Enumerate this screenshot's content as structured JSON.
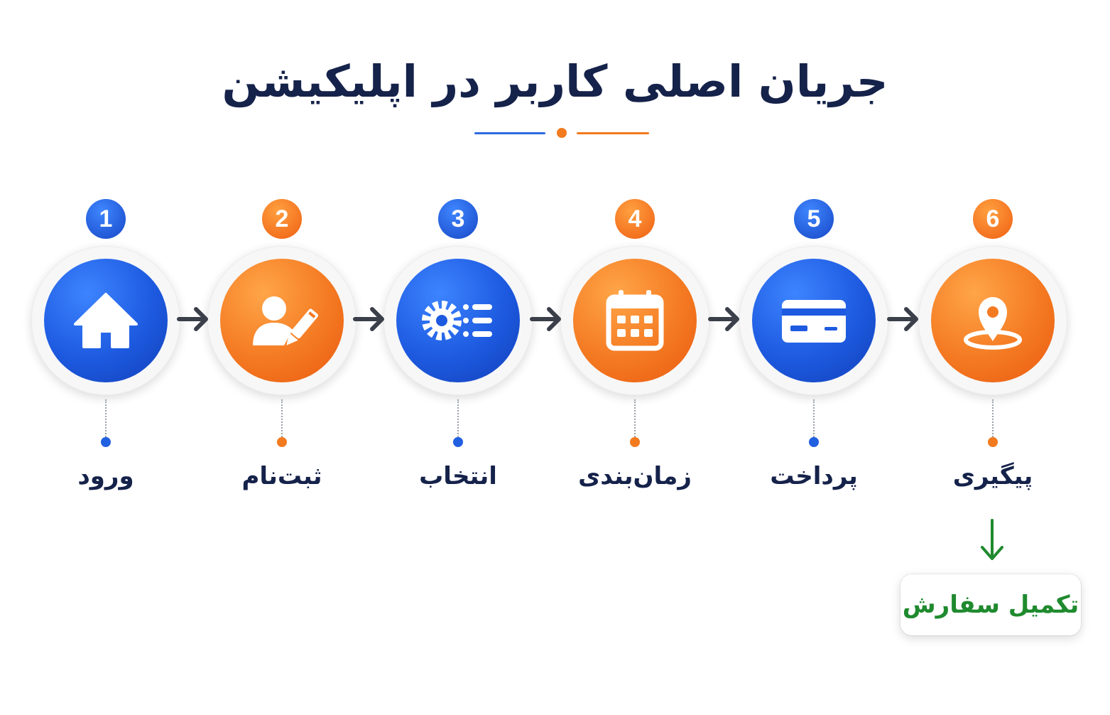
{
  "title": "جریان اصلی کاربر در اپلیکیشن",
  "colors": {
    "primary_blue": "#1d5ae0",
    "accent_orange": "#f47a22",
    "success_green": "#1f8a2e",
    "title_navy": "#15224a"
  },
  "steps": [
    {
      "number": "1",
      "label": "ورود",
      "icon": "home-icon",
      "color": "blue"
    },
    {
      "number": "2",
      "label": "ثبت‌نام",
      "icon": "user-edit-icon",
      "color": "orange"
    },
    {
      "number": "3",
      "label": "انتخاب",
      "icon": "settings-list-icon",
      "color": "blue"
    },
    {
      "number": "4",
      "label": "زمان‌بندی",
      "icon": "calendar-icon",
      "color": "orange"
    },
    {
      "number": "5",
      "label": "پرداخت",
      "icon": "credit-card-icon",
      "color": "blue"
    },
    {
      "number": "6",
      "label": "پیگیری",
      "icon": "location-pin-icon",
      "color": "orange"
    }
  ],
  "final": {
    "label": "تکمیل سفارش",
    "icon": "arrow-down-icon"
  }
}
